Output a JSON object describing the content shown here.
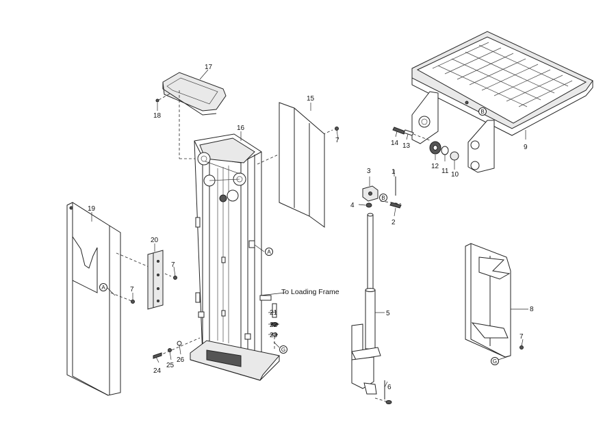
{
  "callouts": {
    "c1": "1",
    "c2": "2",
    "c3": "3",
    "c4": "4",
    "c5": "5",
    "c6": "6",
    "c7a": "7",
    "c7b": "7",
    "c7c": "7",
    "c7d": "7",
    "c8": "8",
    "c9": "9",
    "c10": "10",
    "c11": "11",
    "c12": "12",
    "c13": "13",
    "c14": "14",
    "c15": "15",
    "c16": "16",
    "c17": "17",
    "c18": "18",
    "c19": "19",
    "c20": "20",
    "c21": "21",
    "c22": "22",
    "c23": "23",
    "c24": "24",
    "c25": "25",
    "c26": "26"
  },
  "references": {
    "a1": "A",
    "a2": "A",
    "b1": "B",
    "b2": "B",
    "g1": "G",
    "g2": "G"
  },
  "annotations": {
    "loading_frame": "To Loading Frame"
  }
}
